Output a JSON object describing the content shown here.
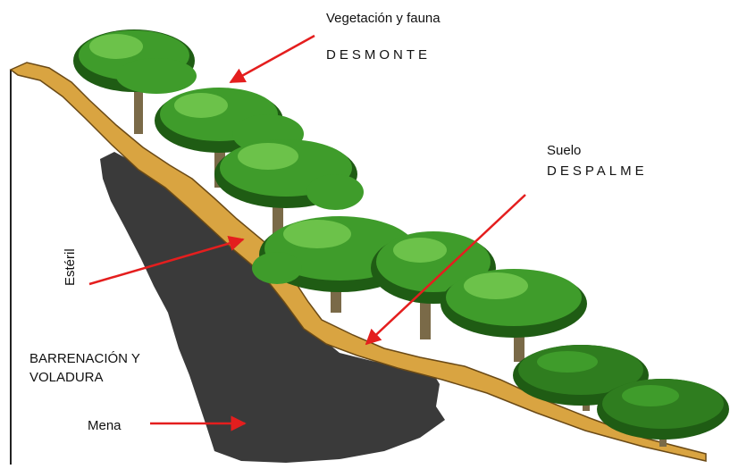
{
  "labels": {
    "vegetation": "Vegetación y fauna",
    "desmonte": "DESMONTE",
    "suelo": "Suelo",
    "despalme": "DESPALME",
    "esteril": "Estéril",
    "barrenacion_line1": "BARRENACIÓN Y",
    "barrenacion_line2": "VOLADURA",
    "mena": "Mena"
  },
  "colors": {
    "soil": "#d9a441",
    "soil_edge": "#6b4a16",
    "rock": "#3a3a3a",
    "foliage": "#3f9c2b",
    "foliage_light": "#6cc24a",
    "foliage_dark": "#1f5c14",
    "bush": "#2f7d1f",
    "trunk": "#7a6a48",
    "arrow": "#e41e1e",
    "frame": "#222222"
  }
}
